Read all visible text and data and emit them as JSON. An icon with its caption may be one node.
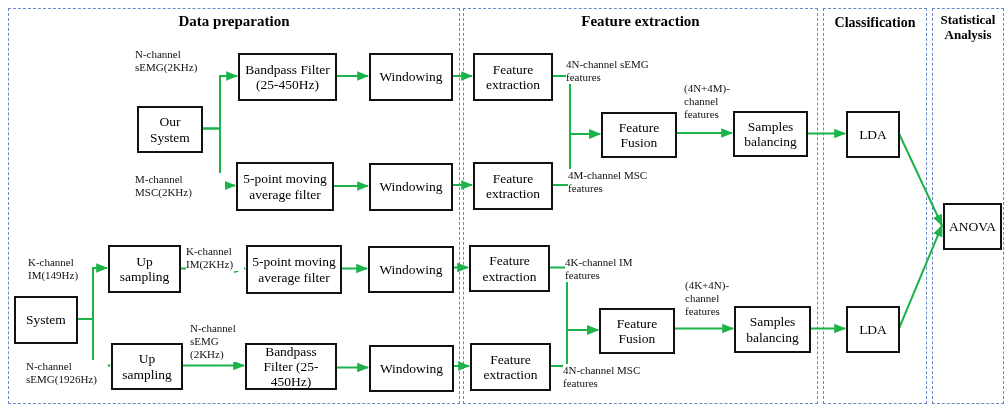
{
  "diagram": {
    "nodes": [
      {
        "text": [
          "Data preparation"
        ]
      },
      {
        "text": [
          "Feature extraction"
        ]
      },
      {
        "text": [
          "Classification"
        ]
      },
      {
        "text": [
          "Statistical Analysis"
        ]
      },
      {
        "text": [
          "Our System"
        ],
        "in": 0
      },
      {
        "text": [
          "Bandpass Filter (25-450Hz)"
        ],
        "in": 0
      },
      {
        "text": [
          "Windowing"
        ],
        "in": 0
      },
      {
        "text": [
          "5-point moving average filter"
        ],
        "in": 0
      },
      {
        "text": [
          "Windowing"
        ],
        "in": 0
      },
      {
        "text": [
          "System"
        ],
        "in": 0
      },
      {
        "text": [
          "Up sampling"
        ],
        "in": 0
      },
      {
        "text": [
          "5-point moving average filter"
        ],
        "in": 0
      },
      {
        "text": [
          "Windowing"
        ],
        "in": 0
      },
      {
        "text": [
          "Up sampling"
        ],
        "in": 0
      },
      {
        "text": [
          "Bandpass Filter (25-450Hz)"
        ],
        "in": 0
      },
      {
        "text": [
          "Windowing"
        ],
        "in": 0
      },
      {
        "text": [
          "Feature extraction"
        ],
        "in": 1
      },
      {
        "text": [
          "Feature extraction"
        ],
        "in": 1
      },
      {
        "text": [
          "Feature Fusion"
        ],
        "in": 1
      },
      {
        "text": [
          "Samples balancing"
        ],
        "in": 1
      },
      {
        "text": [
          "Feature extraction"
        ],
        "in": 1
      },
      {
        "text": [
          "Feature extraction"
        ],
        "in": 1
      },
      {
        "text": [
          "Feature Fusion"
        ],
        "in": 1
      },
      {
        "text": [
          "Samples balancing"
        ],
        "in": 1
      },
      {
        "text": [
          "LDA"
        ],
        "in": 2
      },
      {
        "text": [
          "LDA"
        ],
        "in": 2
      },
      {
        "text": [
          "ANOVA"
        ],
        "in": 3
      }
    ],
    "edges": [
      {
        "from": 4,
        "to": 5,
        "arrow": "to",
        "label": "N-channel sEMG(2KHz)"
      },
      {
        "from": 4,
        "to": 7,
        "arrow": "to",
        "label": "M-channel MSC(2KHz)"
      },
      {
        "from": 5,
        "to": 6,
        "arrow": "to"
      },
      {
        "from": 7,
        "to": 8,
        "arrow": "to"
      },
      {
        "from": 6,
        "to": 16,
        "arrow": "to"
      },
      {
        "from": 8,
        "to": 17,
        "arrow": "to"
      },
      {
        "from": 9,
        "to": 10,
        "arrow": "to",
        "label": "K-channel IM(149Hz)"
      },
      {
        "from": 9,
        "to": 13,
        "arrow": "to",
        "label": "N-channel sEMG(1926Hz)"
      },
      {
        "from": 10,
        "to": 11,
        "arrow": "to",
        "label": "K-channel IM(2KHz)"
      },
      {
        "from": 13,
        "to": 14,
        "arrow": "to",
        "label": "N-channel sEMG (2KHz)"
      },
      {
        "from": 11,
        "to": 12,
        "arrow": "to"
      },
      {
        "from": 14,
        "to": 15,
        "arrow": "to"
      },
      {
        "from": 12,
        "to": 20,
        "arrow": "to"
      },
      {
        "from": 15,
        "to": 21,
        "arrow": "to"
      },
      {
        "from": 16,
        "to": 18,
        "arrow": "to",
        "label": "4N-channel sEMG features"
      },
      {
        "from": 17,
        "to": 18,
        "arrow": "to",
        "label": "4M-channel MSC features"
      },
      {
        "from": 18,
        "to": 19,
        "arrow": "to",
        "label": "(4N+4M)-channel features"
      },
      {
        "from": 19,
        "to": 24,
        "arrow": "to"
      },
      {
        "from": 20,
        "to": 22,
        "arrow": "to",
        "label": "4K-channel IM features"
      },
      {
        "from": 21,
        "to": 22,
        "arrow": "to",
        "label": "4N-channel MSC features"
      },
      {
        "from": 22,
        "to": 23,
        "arrow": "to",
        "label": "(4K+4N)-channel features"
      },
      {
        "from": 23,
        "to": 25,
        "arrow": "to"
      },
      {
        "from": 24,
        "to": 26,
        "arrow": "to"
      },
      {
        "from": 25,
        "to": 26,
        "arrow": "to"
      }
    ]
  }
}
